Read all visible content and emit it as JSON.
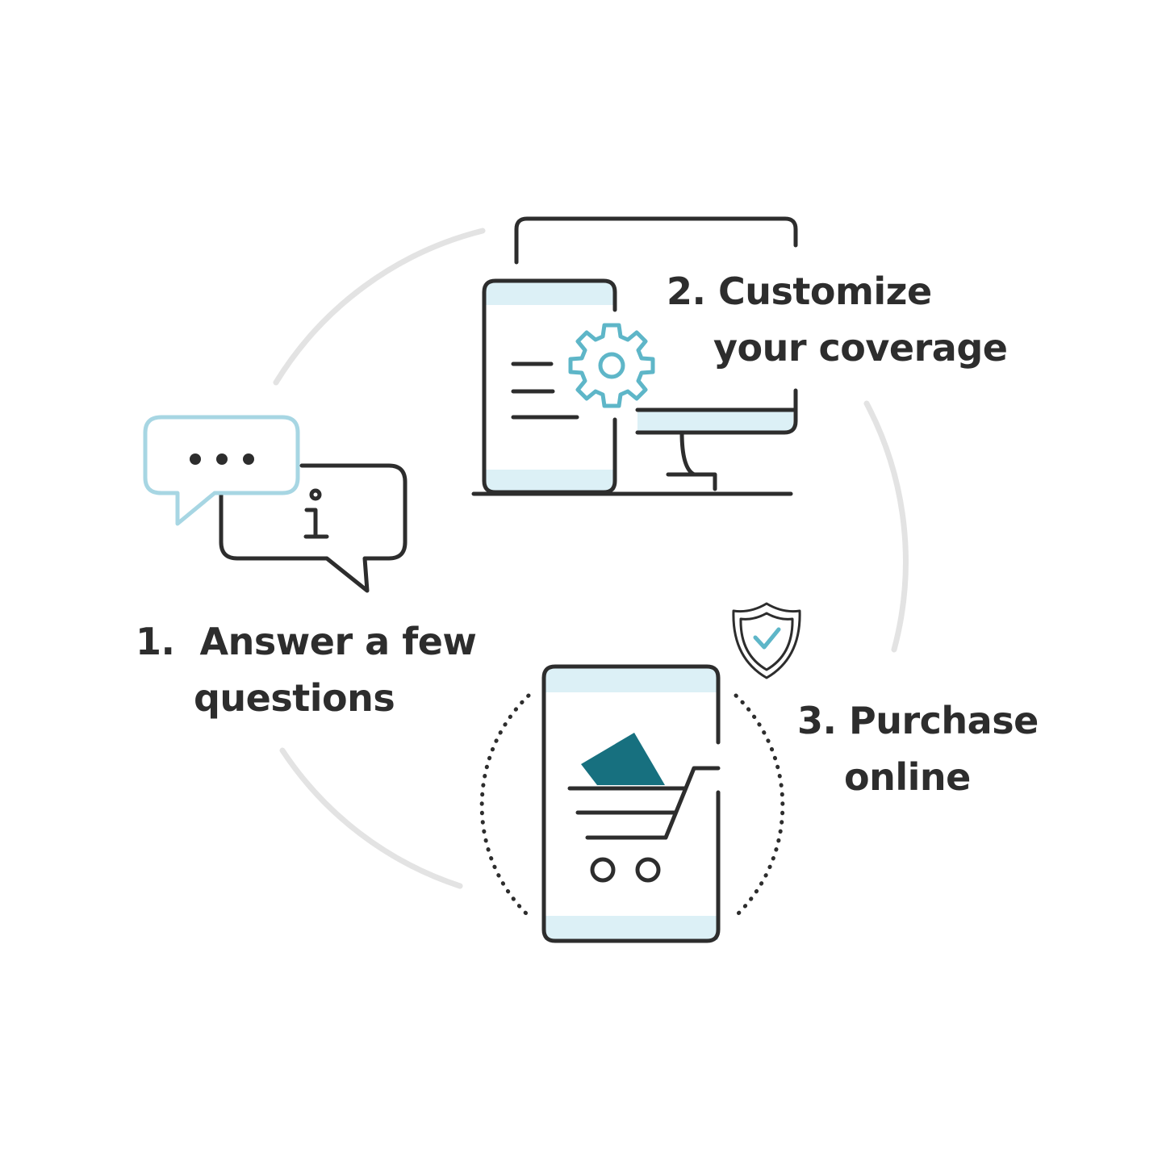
{
  "colors": {
    "outline": "#2d2d2d",
    "accent_light": "#a7d6e3",
    "accent_fill": "#dcf0f6",
    "accent_teal": "#5eb6c8",
    "dark_teal": "#17707f",
    "ring": "#e3e3e3"
  },
  "steps": [
    {
      "number": "1.",
      "line1": "Answer a few",
      "line2": "questions",
      "icon": "chat-info-icon"
    },
    {
      "number": "2.",
      "line1": "Customize",
      "line2": "your coverage",
      "icon": "devices-gear-icon"
    },
    {
      "number": "3.",
      "line1": "Purchase",
      "line2": "online",
      "icon": "tablet-cart-icon"
    }
  ]
}
